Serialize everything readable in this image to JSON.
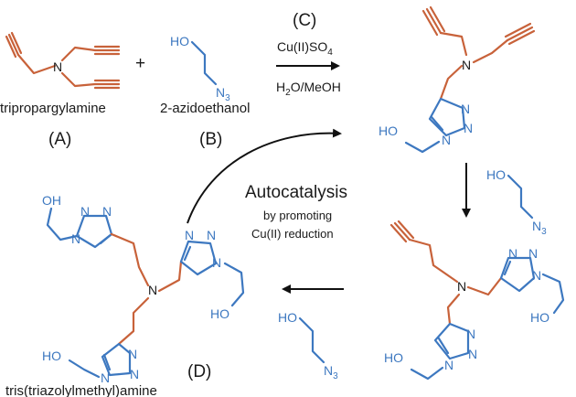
{
  "reactants": {
    "a_name": "tripropargylamine",
    "a_letter": "(A)",
    "plus": "+",
    "b_name": "2-azidoethanol",
    "b_letter": "(B)"
  },
  "conditions": {
    "letter": "(C)",
    "catalyst": "Cu(II)SO",
    "catalyst_sub": "4",
    "solvent_pre": "H",
    "solvent_sub": "2",
    "solvent_post": "O/MeOH"
  },
  "cycle": {
    "title": "Autocatalysis",
    "line1": "by promoting",
    "line2": "Cu(II) reduction"
  },
  "product": {
    "letter": "(D)",
    "name": "tris(triazolylmethyl)amine"
  },
  "atoms": {
    "N": "N",
    "OH": "OH",
    "HO": "HO",
    "N3_main": "N",
    "N3_sub": "3"
  },
  "colors": {
    "alkyne": "#c8623a",
    "azide": "#3d78c0",
    "text": "#1a1a1a"
  }
}
